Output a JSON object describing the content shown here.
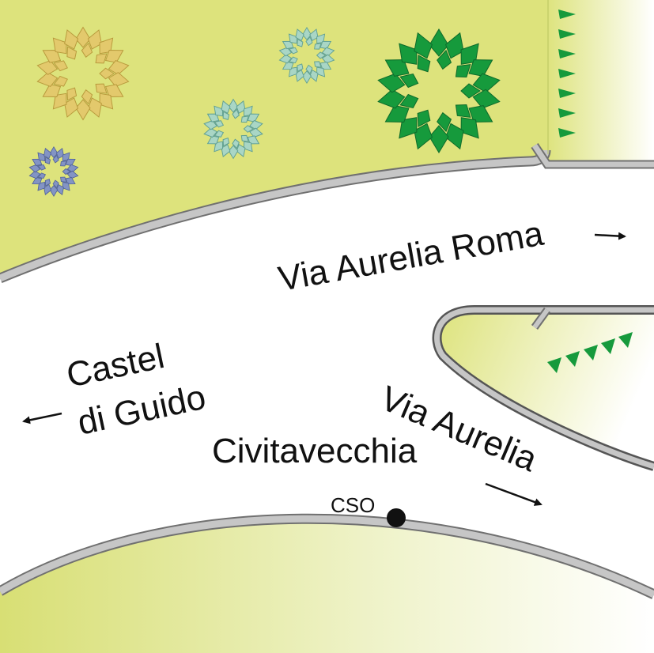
{
  "labels": {
    "road_to_roma": "Via Aurelia  Roma",
    "castel_line1": "Castel",
    "castel_line2": "di Guido",
    "aurelia": "Via Aurelia",
    "civitavecchia": "Civitavecchia",
    "cso": "CSO"
  },
  "colors": {
    "grass": "#dde37c",
    "grass_light": "#f3f5d8",
    "curb": "#c6c6c6",
    "curb_dark": "#707070",
    "tree_dark_green": "#169a3c",
    "tree_light_teal": "#a9d6c5",
    "tree_yellow": "#e3c96c",
    "tree_blue": "#8394c4",
    "text": "#111111"
  },
  "icons": [
    "tree-icon",
    "arrow-icon",
    "station-marker-icon"
  ]
}
